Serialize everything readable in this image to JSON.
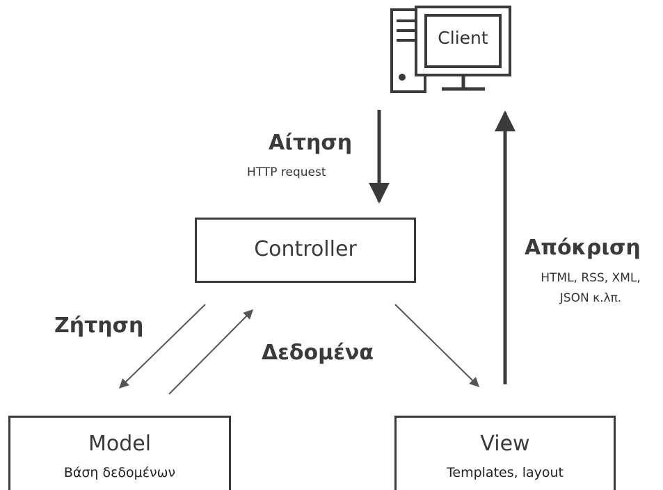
{
  "client": {
    "label": "Client"
  },
  "controller": {
    "label": "Controller"
  },
  "model": {
    "label": "Model",
    "sublabel": "Βάση δεδομένων"
  },
  "view": {
    "label": "View",
    "sublabel": "Templates, layout"
  },
  "request": {
    "title": "Αίτηση",
    "detail": "HTTP request"
  },
  "response": {
    "title": "Απόκριση",
    "detail_line1": "HTML, RSS, XML,",
    "detail_line2": "JSON κ.λπ."
  },
  "query": {
    "title": "Ζήτηση"
  },
  "data_flow": {
    "title": "Δεδομένα"
  },
  "colors": {
    "stroke": "#3a3a3a",
    "arrow_light": "#555555"
  }
}
